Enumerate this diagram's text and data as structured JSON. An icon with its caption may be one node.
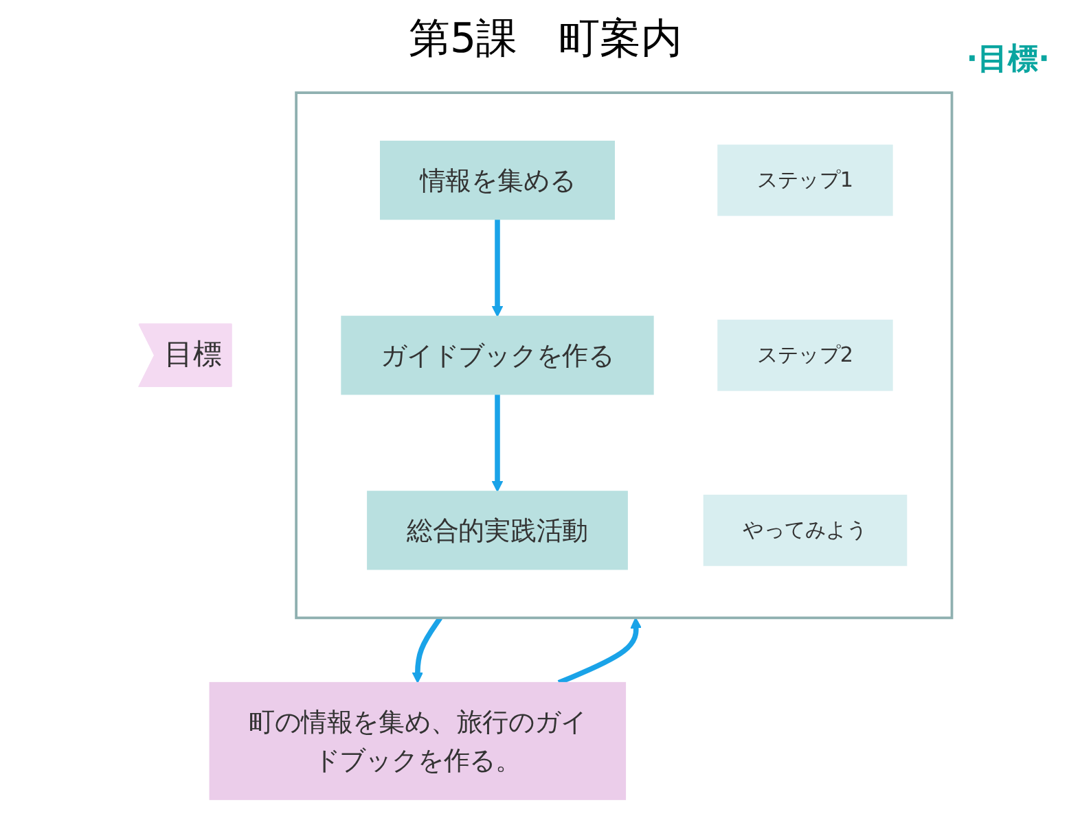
{
  "diagram": {
    "title": "第5課　町案内",
    "nodes": [
      {
        "text": [
          "目標"
        ]
      },
      {
        "text": [
          "町の情報を集め、旅行のガイドブックを作る。"
        ]
      },
      {
        "text": [],
        "shape": "box"
      },
      {
        "text": [
          "ステップ1"
        ],
        "in": 2
      },
      {
        "text": [
          "情報を集める"
        ],
        "in": 2
      },
      {
        "text": [
          "ステップ2"
        ],
        "in": 2
      },
      {
        "text": [
          "ガイドブックを作る"
        ],
        "in": 2
      },
      {
        "text": [
          "やってみよう"
        ],
        "in": 2
      },
      {
        "text": [
          "総合的実践活動"
        ],
        "in": 2
      }
    ],
    "edges": [
      {
        "from": 1,
        "to": 2,
        "arrow": "to"
      },
      {
        "from": 4,
        "to": 6,
        "arrow": "to"
      },
      {
        "from": 6,
        "to": 8,
        "arrow": "to"
      },
      {
        "from": 2,
        "to": 1,
        "arrow": "to"
      }
    ],
    "labels": [
      "·目標·"
    ]
  }
}
